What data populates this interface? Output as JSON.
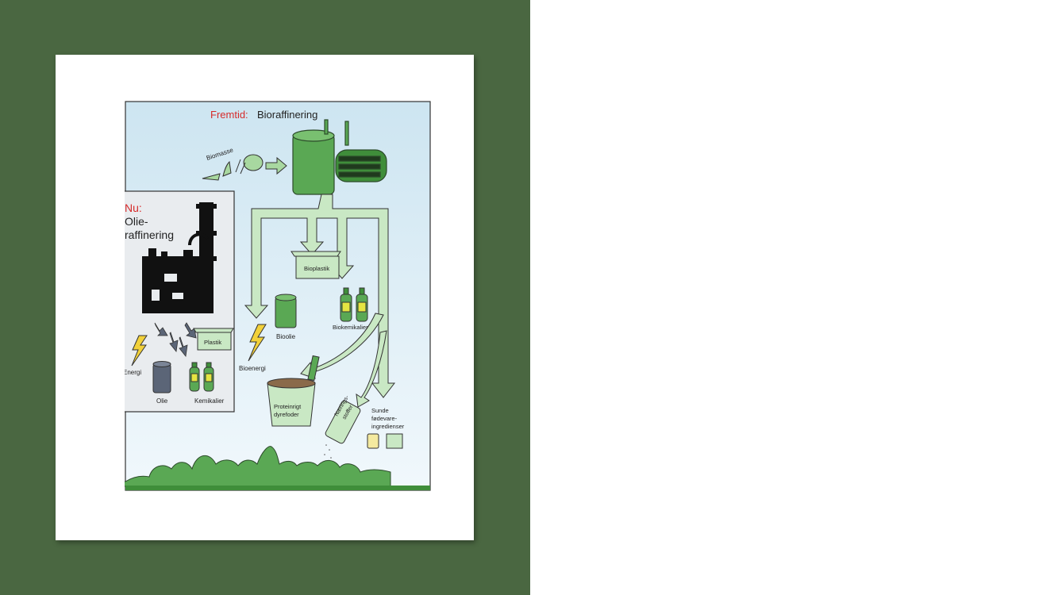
{
  "slide": {
    "colors": {
      "frame": "#4a6741",
      "sky_top": "#cfe6f2",
      "sky_bottom": "#eef6fb",
      "accent_red": "#d62b2b",
      "green": "#9fd39a",
      "dark_green": "#3f8e3a",
      "box_bg": "#e9ecef"
    }
  },
  "diagram": {
    "future": {
      "prefix": "Fremtid:",
      "title": "Bioraffinering",
      "input_label": "Biomasse",
      "outputs": {
        "bioplastic": "Bioplastik",
        "bio_oil": "Bioolie",
        "biochemicals": "Biokemikalier",
        "bioenergy": "Bioenergi",
        "feed_line1": "Proteinrigt",
        "feed_line2": "dyrefoder",
        "nutrients_line1": "Nærings-",
        "nutrients_line2": "stoffer",
        "food_line1": "Sunde",
        "food_line2": "fødevare-",
        "food_line3": "ingredienser"
      }
    },
    "now": {
      "prefix": "Nu:",
      "title_line1": "Olie-",
      "title_line2": "raffinering",
      "outputs": {
        "plastic": "Plastik",
        "energy": "Energi",
        "oil": "Olie",
        "chemicals": "Kemikalier"
      }
    },
    "icons": [
      "refinery-icon",
      "biorefinery-tank-icon",
      "lightning-icon",
      "barrel-icon",
      "bottle-icon",
      "crate-icon",
      "bucket-icon",
      "tree-icon"
    ]
  }
}
